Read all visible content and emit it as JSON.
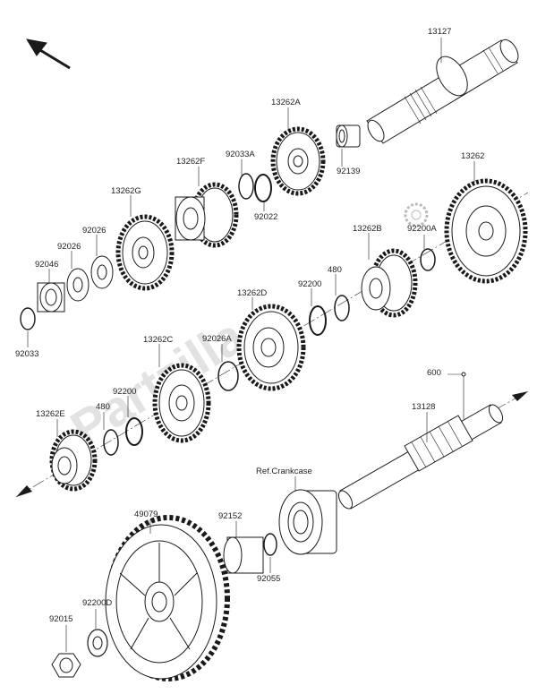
{
  "labels": {
    "p13127": "13127",
    "p13262a": "13262A",
    "p13262f": "13262F",
    "p92033a": "92033A",
    "p13262g": "13262G",
    "p92026a": "92026",
    "p92026b": "92026",
    "p92046": "92046",
    "p92033": "92033",
    "p92022": "92022",
    "p92139": "92139",
    "p13262": "13262",
    "p13262b": "13262B",
    "p92200a": "92200A",
    "p480a": "480",
    "p92200a2": "92200",
    "p13262d": "13262D",
    "p92026a2": "92026A",
    "p13262c": "13262C",
    "p92200b": "92200",
    "p480b": "480",
    "p13262e": "13262E",
    "p600": "600",
    "p13128": "13128",
    "refcrankcase": "Ref.Crankcase",
    "p49079": "49079",
    "p92152": "92152",
    "p92055": "92055",
    "p92200d": "92200D",
    "p92015": "92015"
  },
  "watermark": "Partzilla",
  "colors": {
    "line": "#1a1a1a",
    "watermark": "#e2e2e2"
  },
  "icons": {
    "direction": "front-arrow-icon",
    "stamp": "gear-stamp-icon"
  }
}
